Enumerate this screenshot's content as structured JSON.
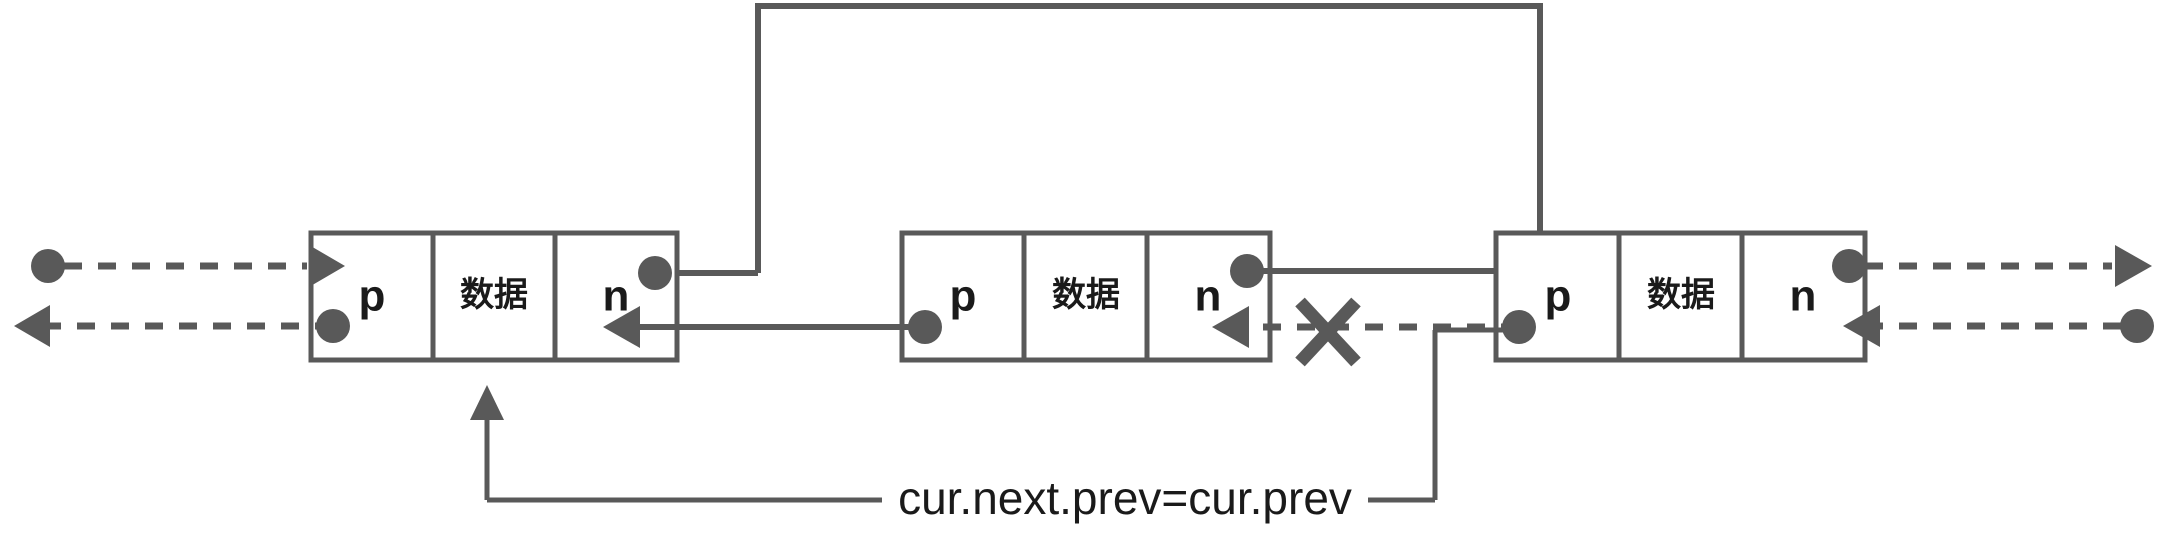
{
  "diagram": {
    "title": "doubly-linked-list-node-deletion",
    "caption": "cur.next.prev=cur.prev",
    "colors": {
      "stroke": "#595959",
      "text": "#1a1a1a",
      "background": "#ffffff"
    },
    "labels": {
      "prev": "p",
      "data": "数据",
      "next": "n"
    },
    "nodes": [
      {
        "id": "prev-node",
        "role": "cur.prev",
        "cells": [
          {
            "key": "prev",
            "label": "p"
          },
          {
            "key": "data",
            "label": "数据"
          },
          {
            "key": "next",
            "label": "n"
          }
        ]
      },
      {
        "id": "cur-node",
        "role": "cur",
        "cells": [
          {
            "key": "prev",
            "label": "p"
          },
          {
            "key": "data",
            "label": "数据"
          },
          {
            "key": "next",
            "label": "n"
          }
        ]
      },
      {
        "id": "next-node",
        "role": "cur.next",
        "cells": [
          {
            "key": "prev",
            "label": "p"
          },
          {
            "key": "data",
            "label": "数据"
          },
          {
            "key": "next",
            "label": "n"
          }
        ]
      }
    ],
    "links": [
      {
        "id": "incoming-next-link",
        "style": "dashed",
        "from": "outside-left",
        "to": "prev-node.p"
      },
      {
        "id": "incoming-prev-link",
        "style": "dashed",
        "from": "prev-node.p",
        "to": "outside-left"
      },
      {
        "id": "prevnode-next-to-curnode",
        "style": "solid",
        "from": "prev-node.n",
        "to": "cur-node.p",
        "state": "rerouted-over-top"
      },
      {
        "id": "curnode-prev-to-prevnode",
        "style": "solid",
        "from": "cur-node.p",
        "to": "prev-node.n"
      },
      {
        "id": "curnode-next-to-nextnode",
        "style": "solid",
        "from": "cur-node.n",
        "to": "next-node.p"
      },
      {
        "id": "nextnode-prev-to-curnode",
        "style": "dashed",
        "from": "next-node.p",
        "to": "cur-node.n",
        "state": "broken"
      },
      {
        "id": "outgoing-next-link",
        "style": "dashed",
        "from": "next-node.n",
        "to": "outside-right"
      },
      {
        "id": "outgoing-prev-link",
        "style": "dashed",
        "from": "outside-right",
        "to": "next-node.n"
      }
    ],
    "markers": [
      {
        "id": "broken-link-cross",
        "icon": "cross-icon",
        "on": "nextnode-prev-to-curnode"
      }
    ]
  }
}
